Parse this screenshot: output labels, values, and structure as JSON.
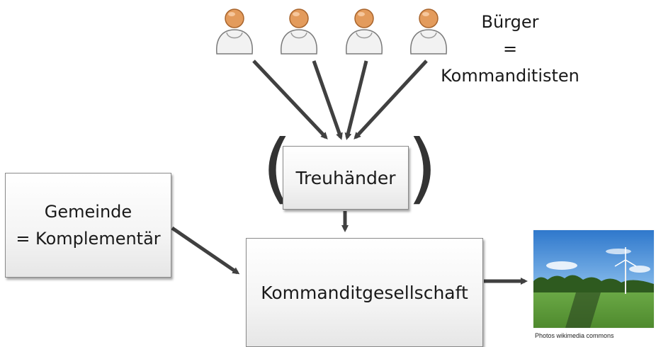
{
  "top_label": {
    "line1": "Bürger",
    "line2": "=",
    "line3": "Kommanditisten"
  },
  "nodes": {
    "treuhaender": "Treuhänder",
    "gemeinde_line1": "Gemeinde",
    "gemeinde_line2": "= Komplementär",
    "kommanditgesellschaft": "Kommanditgesellschaft"
  },
  "parentheses": {
    "left": "(",
    "right": ")"
  },
  "photo": {
    "caption": "Photos wikimedia commons"
  },
  "colors": {
    "arrow": "#404040",
    "person_head": "#e39b5c",
    "person_body": "#f2f2f2",
    "sky": "#3a86d6",
    "field": "#5f9a3a"
  }
}
